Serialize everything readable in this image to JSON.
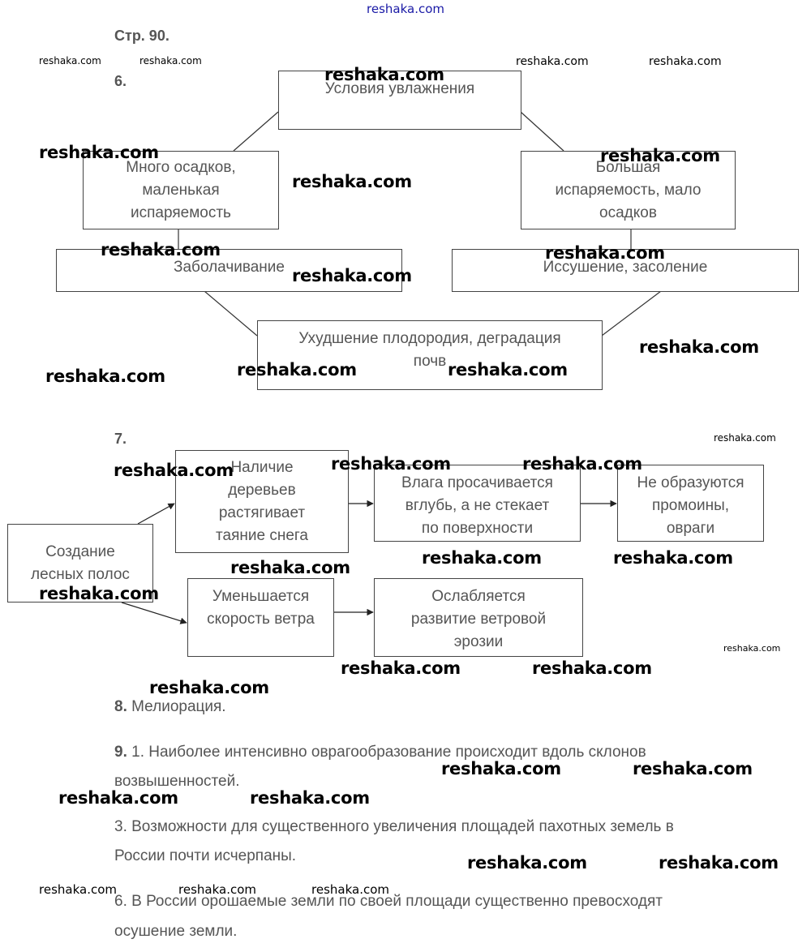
{
  "header": {
    "site": "reshaka.com",
    "page": "Стр. 90."
  },
  "task6": {
    "number": "6.",
    "root": "Условия увлажнения",
    "left1": "Много осадков,\nмаленькая\nиспаряемость",
    "right1": "Большая\nиспаряемость, мало\nосадков",
    "left2": "Заболачивание",
    "right2": "Иссушение, засоление",
    "bottom": "Ухудшение плодородия, деградация\nпочв"
  },
  "task7": {
    "number": "7.",
    "source": "Создание\nлесных полос",
    "a1": "Наличие\nдеревьев\nрастягивает\nтаяние снега",
    "a2": "Влага просачивается\nвглубь, а не стекает\nпо поверхности",
    "a3": "Не образуются\nпромоины,\nовраги",
    "b1": "Уменьшается\nскорость ветра",
    "b2": "Ослабляется\nразвитие ветровой\nэрозии"
  },
  "task8": {
    "number": "8.",
    "text": " Мелиорация."
  },
  "task9": {
    "number": "9.",
    "p1_line1": " 1. Наиболее интенсивно оврагообразование происходит вдоль склонов",
    "p1_line2": "возвышенностей.",
    "p3_line1": "3. Возможности для существенного увеличения площадей пахотных земель в",
    "p3_line2": "России почти исчерпаны.",
    "p6_line1": "6. В России орошаемые земли по своей площади существенно превосходят",
    "p6_line2": "осушение земли."
  },
  "watermark": "reshaka.com"
}
